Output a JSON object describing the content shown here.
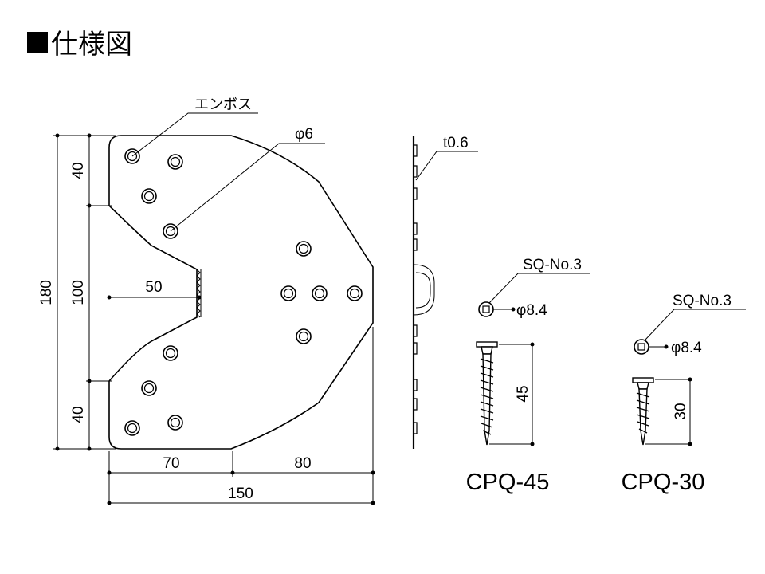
{
  "title": "仕様図",
  "plate": {
    "emboss_label": "エンボス",
    "hole_label": "φ6",
    "dims": {
      "height_total": "180",
      "seg_top": "40",
      "seg_mid": "100",
      "seg_bottom": "40",
      "notch": "50",
      "width_left": "70",
      "width_right": "80",
      "width_total": "150"
    }
  },
  "side_view": {
    "thickness_label": "t0.6"
  },
  "screws": [
    {
      "model": "CPQ-45",
      "drive": "SQ-No.3",
      "head_dia": "φ8.4",
      "length": "45"
    },
    {
      "model": "CPQ-30",
      "drive": "SQ-No.3",
      "head_dia": "φ8.4",
      "length": "30"
    }
  ],
  "colors": {
    "line": "#000000",
    "background": "#ffffff"
  }
}
